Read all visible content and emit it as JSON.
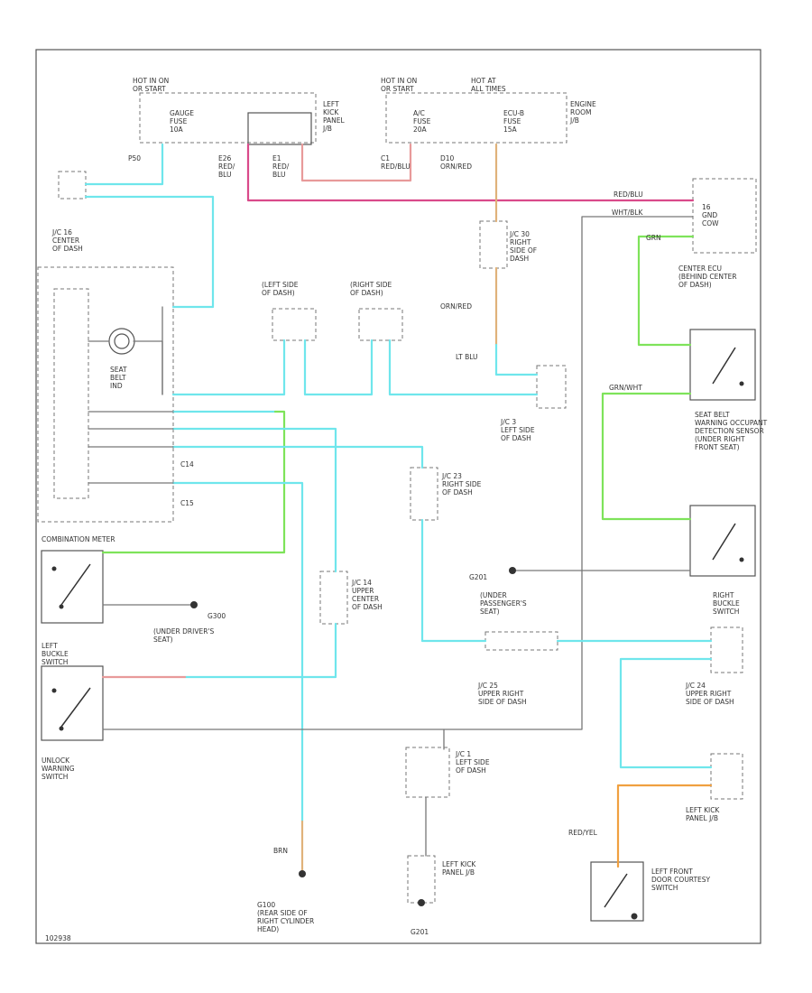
{
  "labels": {
    "hot_run_start_1": "HOT IN ON\nOR START",
    "hot_run_start_2": "HOT IN ON\nOR START",
    "hot_all_times": "HOT AT\nALL TIMES",
    "gauge_fuse": "GAUGE\nFUSE\n10A",
    "ac_fuse": "A/C\nFUSE\n20A",
    "ecu_b_fuse": "ECU-B\nFUSE\n15A",
    "left_kick_jb": "LEFT\nKICK\nPANEL\nJ/B",
    "engine_room_jb": "ENGINE\nROOM\nJ/B",
    "p50": "P50",
    "e26": "E26\nRED/\nBLU",
    "e1": "E1\nRED/\nBLU",
    "c1": "C1\nRED/BLU",
    "d10": "D10\nORN/RED",
    "jc16_center": "J/C 16\nCENTER\nOF DASH",
    "jc30_right": "J/C 30\nRIGHT\nSIDE OF\nDASH",
    "orn_red": "ORN/RED",
    "left_side_dash": "(LEFT SIDE\nOF DASH)",
    "right_side_dash": "(RIGHT SIDE\nOF DASH)",
    "seat_belt_ind": "SEAT\nBELT\nIND",
    "lt_blu": "LT BLU",
    "jc3_left": "J/C 3\nLEFT SIDE\nOF DASH",
    "center_ecu": "CENTER ECU\n(BEHIND CENTER\nOF DASH)",
    "ecu_pins": "16\nGND\nCOW",
    "red_blu": "RED/BLU",
    "wht_blk": "WHT/BLK",
    "grn": "GRN",
    "grn_wht": "GRN/WHT",
    "occupant_sensor": "SEAT BELT\nWARNING OCCUPANT\nDETECTION SENSOR\n(UNDER RIGHT\nFRONT SEAT)",
    "jc23_right": "J/C 23\nRIGHT SIDE\nOF DASH",
    "c14": "C14",
    "c15": "C15",
    "combination_meter": "COMBINATION METER",
    "jc14_upper": "J/C 14\nUPPER\nCENTER\nOF DASH",
    "g201": "G201",
    "under_passengers": "(UNDER\nPASSENGER'S\nSEAT)",
    "right_buckle": "RIGHT\nBUCKLE\nSWITCH",
    "g300": "G300",
    "under_drivers": "(UNDER DRIVER'S\nSEAT)",
    "left_buckle": "LEFT\nBUCKLE\nSWITCH",
    "jc25_upper_right": "J/C 25\nUPPER RIGHT\nSIDE OF DASH",
    "jc24_upper_right": "J/C 24\nUPPER RIGHT\nSIDE OF DASH",
    "unlock_warning": "UNLOCK\nWARNING\nSWITCH",
    "jc1_left": "J/C 1\nLEFT SIDE\nOF DASH",
    "left_kick_jb2": "LEFT KICK\nPANEL J/B",
    "left_kick_jb3": "LEFT KICK\nPANEL J/B",
    "red_yel": "RED/YEL",
    "brn": "BRN",
    "g100": "G100\n(REAR SIDE OF\nRIGHT CYLINDER\nHEAD)",
    "g201b": "G201",
    "left_front_door": "LEFT FRONT\nDOOR COURTESY\nSWITCH",
    "ref_code": "102938"
  }
}
